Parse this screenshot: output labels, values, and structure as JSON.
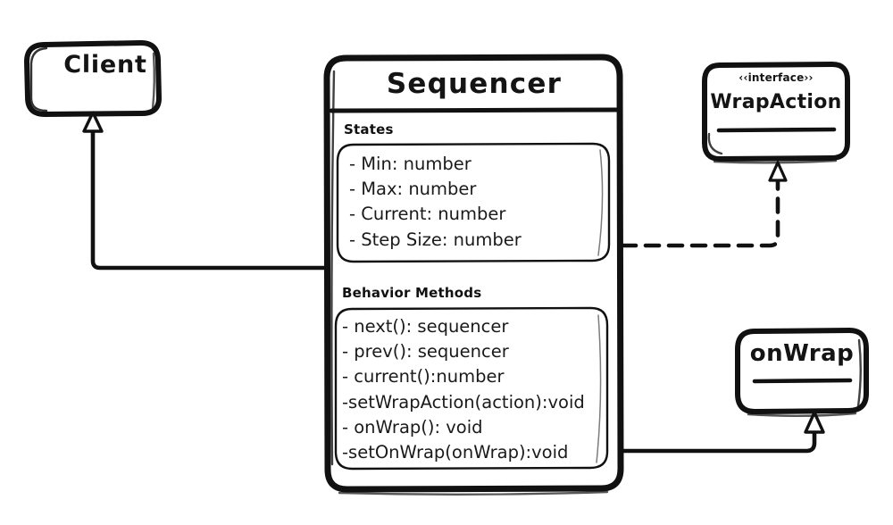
{
  "diagram": {
    "type": "uml-class-diagram",
    "style": "hand-drawn-sketch",
    "stroke_color": "#111111",
    "background_color": "#ffffff"
  },
  "nodes": {
    "client": {
      "name": "Client",
      "label": "Client"
    },
    "sequencer": {
      "name": "Sequencer",
      "title": "Sequencer",
      "sections": [
        {
          "heading": "States",
          "members": [
            "- Min: number",
            "- Max: number",
            "- Current: number",
            "- Step Size: number"
          ]
        },
        {
          "heading": "Behavior Methods",
          "members": [
            "- next(): sequencer",
            "- prev(): sequencer",
            "- current():number",
            "-setWrapAction(action):void",
            "- onWrap(): void",
            "-setOnWrap(onWrap):void"
          ]
        }
      ]
    },
    "wrapaction": {
      "name": "WrapAction",
      "stereotype": "‹‹interface››",
      "label": "WrapAction"
    },
    "onwrap": {
      "name": "onWrap",
      "label": "onWrap"
    }
  },
  "connectors": [
    {
      "id": "sequencer-to-client",
      "from": "sequencer",
      "to": "client",
      "line": "solid",
      "arrow": "hollow-triangle"
    },
    {
      "id": "sequencer-to-wrapaction",
      "from": "sequencer",
      "to": "wrapaction",
      "line": "dashed",
      "arrow": "hollow-triangle"
    },
    {
      "id": "sequencer-to-onwrap",
      "from": "sequencer",
      "to": "onwrap",
      "line": "solid",
      "arrow": "hollow-triangle"
    }
  ]
}
